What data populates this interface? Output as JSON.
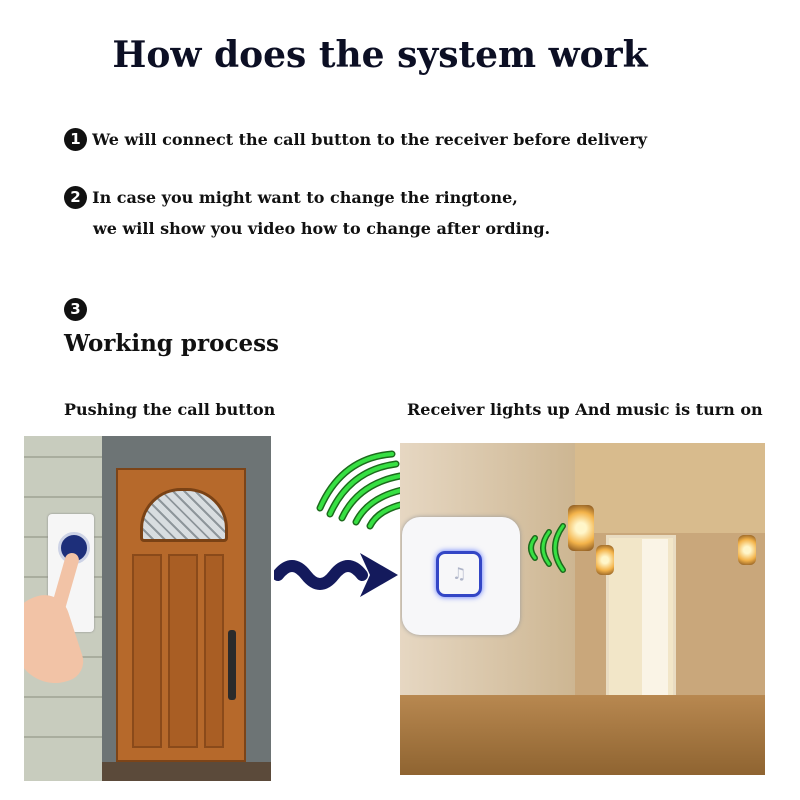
{
  "title": "How does the system work",
  "steps": [
    {
      "number": "1",
      "lines": [
        "We will connect the call button to the receiver before delivery"
      ]
    },
    {
      "number": "2",
      "lines": [
        "In case you might want to change the ringtone,",
        "we will show you video how to change after ording."
      ]
    },
    {
      "number": "3",
      "lines": []
    }
  ],
  "working_process": "Working process",
  "captions": {
    "left": "Pushing the call button",
    "right": "Receiver lights up And music is turn on"
  },
  "icons": {
    "receiver_symbol": "♫",
    "signal_waves": "wifi-waves-icon",
    "arrow": "wave-arrow-icon"
  },
  "colors": {
    "title": "#0c0f24",
    "arrow": "#141a5c",
    "waves": "#2ecc40",
    "receiver_light": "#3346c6"
  }
}
